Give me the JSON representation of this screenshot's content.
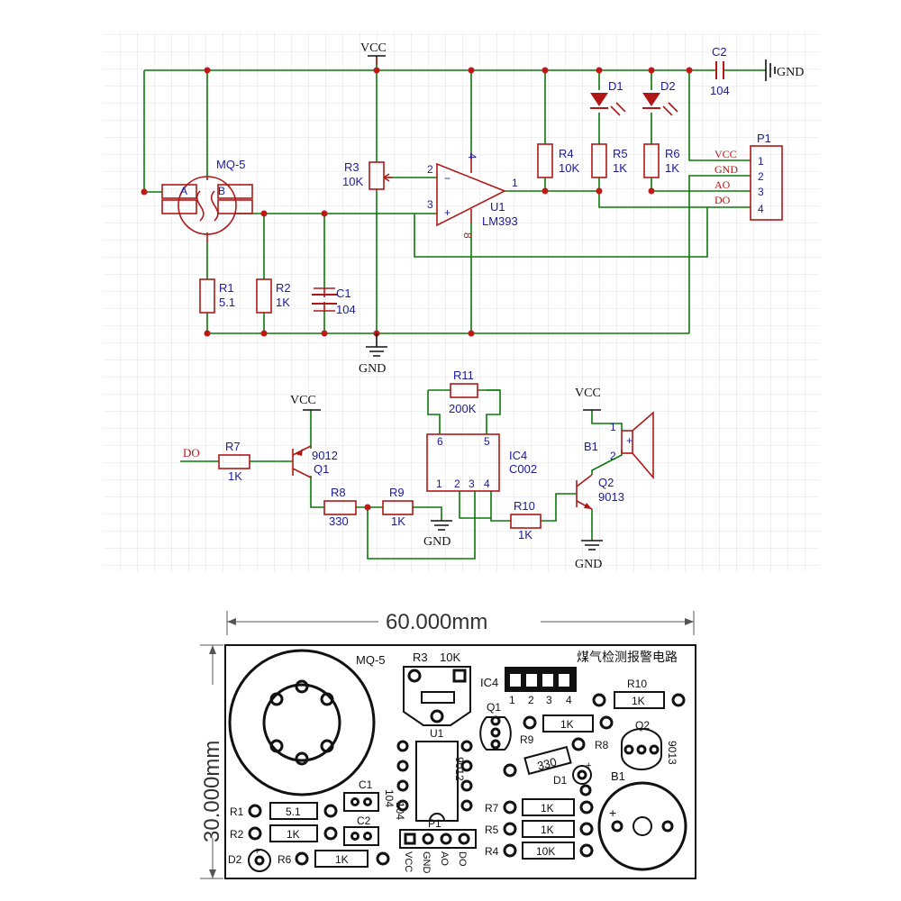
{
  "schematic": {
    "vcc_label": "VCC",
    "gnd_label": "GND",
    "mq5": {
      "name": "MQ-5",
      "pin_a": "A",
      "pin_b": "B"
    },
    "r1": {
      "ref": "R1",
      "value": "5.1"
    },
    "r2": {
      "ref": "R2",
      "value": "1K"
    },
    "c1": {
      "ref": "C1",
      "value": "104"
    },
    "r3": {
      "ref": "R3",
      "value": "10K"
    },
    "u1": {
      "ref": "U1",
      "part": "LM393",
      "pin_inv": "2",
      "pin_noninv": "3",
      "pin_out": "1",
      "pin_vcc": "4",
      "pin_gnd": "8",
      "minus": "−",
      "plus": "+"
    },
    "r4": {
      "ref": "R4",
      "value": "10K"
    },
    "r5": {
      "ref": "R5",
      "value": "1K"
    },
    "r6": {
      "ref": "R6",
      "value": "1K"
    },
    "d1": {
      "ref": "D1"
    },
    "d2": {
      "ref": "D2"
    },
    "c2": {
      "ref": "C2",
      "value": "104"
    },
    "p1": {
      "ref": "P1",
      "pins": [
        "1",
        "2",
        "3",
        "4"
      ],
      "nets": [
        "VCC",
        "GND",
        "AO",
        "DO"
      ]
    },
    "do_label": "DO",
    "r7": {
      "ref": "R7",
      "value": "1K"
    },
    "q1": {
      "ref": "Q1",
      "part": "9012"
    },
    "r8": {
      "ref": "R8",
      "value": "330"
    },
    "r9": {
      "ref": "R9",
      "value": "1K"
    },
    "r11": {
      "ref": "R11",
      "value": "200K"
    },
    "ic4": {
      "ref": "IC4",
      "part": "C002",
      "pins": [
        "6",
        "5",
        "1",
        "2",
        "3",
        "4"
      ]
    },
    "r10": {
      "ref": "R10",
      "value": "1K"
    },
    "q2": {
      "ref": "Q2",
      "part": "9013"
    },
    "b1": {
      "ref": "B1",
      "pin1": "1",
      "pin2": "2",
      "plus": "+"
    }
  },
  "pcb": {
    "width_dim": "60.000mm",
    "height_dim": "30.000mm",
    "title": "煤气检测报警电路",
    "mq5": "MQ-5",
    "r3": "R3",
    "r3_value": "10K",
    "u1": "U1",
    "ic4": "IC4",
    "ic4_pins": [
      "1",
      "2",
      "3",
      "4"
    ],
    "q1": "Q1",
    "q1_part": "9012",
    "r9": "R9",
    "r9_value": "1K",
    "r8": "R8",
    "r8_value": "330",
    "r10": "R10",
    "r10_value": "1K",
    "q2": "Q2",
    "q2_part": "9013",
    "d1": "D1",
    "b1": "B1",
    "c1": "C1",
    "c1_value": "104",
    "c2": "C2",
    "c2_value": "104",
    "r1": "R1",
    "r1_value": "5.1",
    "r2": "R2",
    "r2_value": "1K",
    "d2": "D2",
    "r6": "R6",
    "r6_value": "1K",
    "p1": "P1",
    "p1_pins": [
      "VCC",
      "GND",
      "AO",
      "DO"
    ],
    "r7": "R7",
    "r7_value": "1K",
    "r5": "R5",
    "r5_value": "1K",
    "r4": "R4",
    "r4_value": "10K",
    "plus": "+"
  },
  "colors": {
    "wire": "#0a7a0a",
    "component": "#b01818",
    "label": "#1a1a9c",
    "junction": "#c01818"
  }
}
